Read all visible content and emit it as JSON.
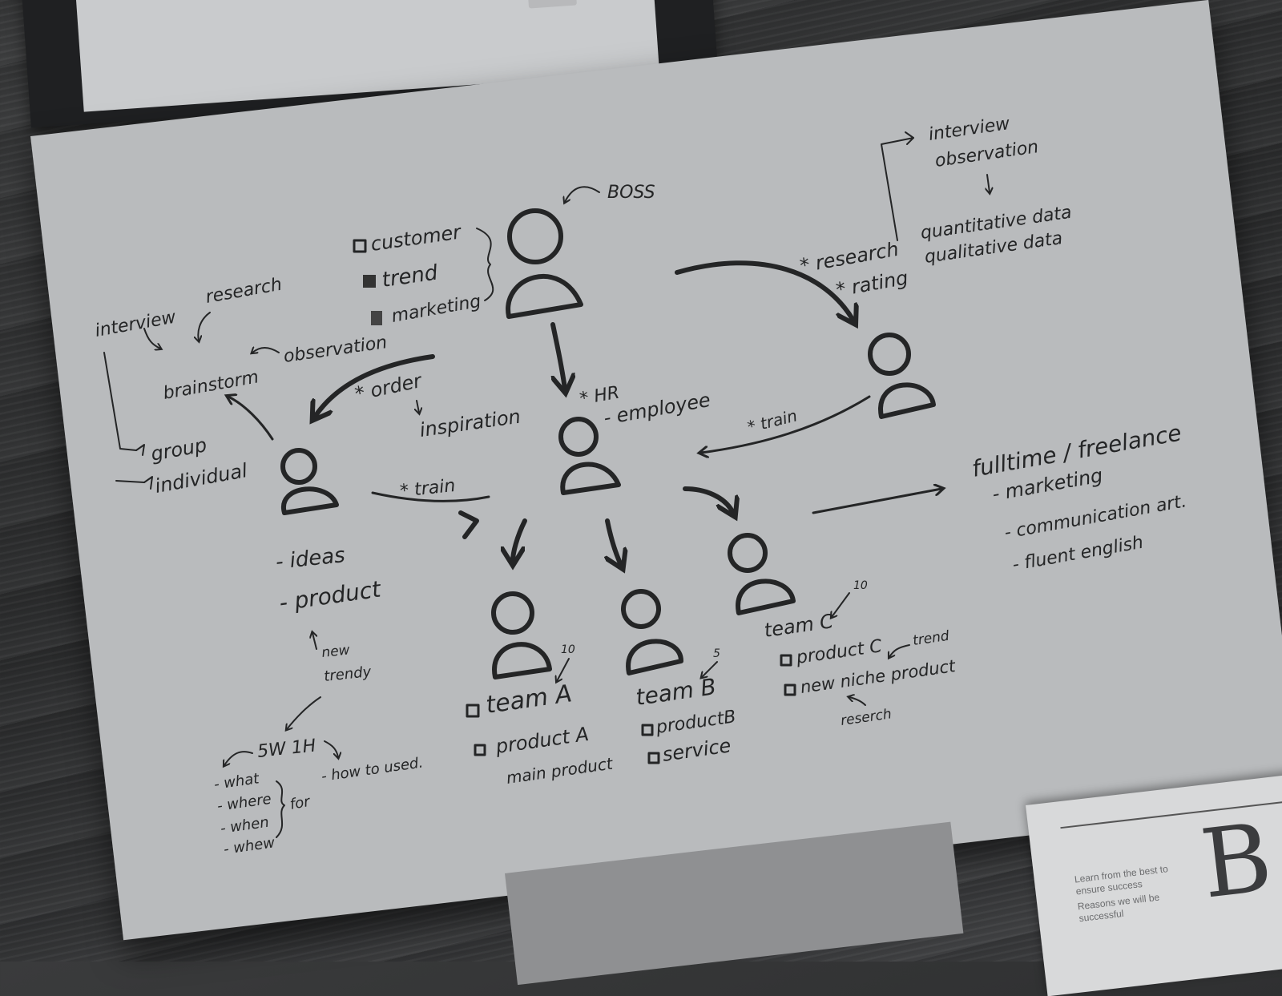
{
  "boss_label": "BOSS",
  "boss_list": [
    "customer",
    "trend",
    "marketing"
  ],
  "research_left": {
    "interview": "interview",
    "research": "research",
    "observation": "observation",
    "brainstorm": "brainstorm",
    "group": "group",
    "individual": "individual"
  },
  "order_label": "* order",
  "inspiration_label": "inspiration",
  "hr_label": "* HR",
  "employee_label": "- employee",
  "train_left": "* train",
  "train_right": "* train",
  "research_right": {
    "research": "* research",
    "rating": "* rating"
  },
  "top_right": {
    "interview": "interview",
    "observation": "observation",
    "quantitative": "quantitative data",
    "qualitative": "qualitative data"
  },
  "ideas": "- ideas",
  "product": "- product",
  "new": "new",
  "trendy": "trendy",
  "fivew": "5W 1H",
  "how_to": "- how to used.",
  "w_list": [
    "- what",
    "- where",
    "- when",
    "- whew"
  ],
  "for_label": "for",
  "team_a": {
    "name": "team A",
    "count": "10",
    "items": [
      "product A",
      "main product"
    ]
  },
  "team_b": {
    "name": "team B",
    "count": "5",
    "items": [
      "productB",
      "service"
    ]
  },
  "team_c": {
    "name": "team C",
    "count": "10",
    "items": [
      "product C",
      "new niche product"
    ],
    "trend": "trend",
    "reserch": "reserch"
  },
  "fulltime": "fulltime / freelance",
  "skills": [
    "- marketing",
    "- communication art.",
    "- fluent english"
  ],
  "booklet": {
    "letter": "B",
    "text1": "Learn from the best to ensure success",
    "text2": "Reasons we will be successful"
  }
}
